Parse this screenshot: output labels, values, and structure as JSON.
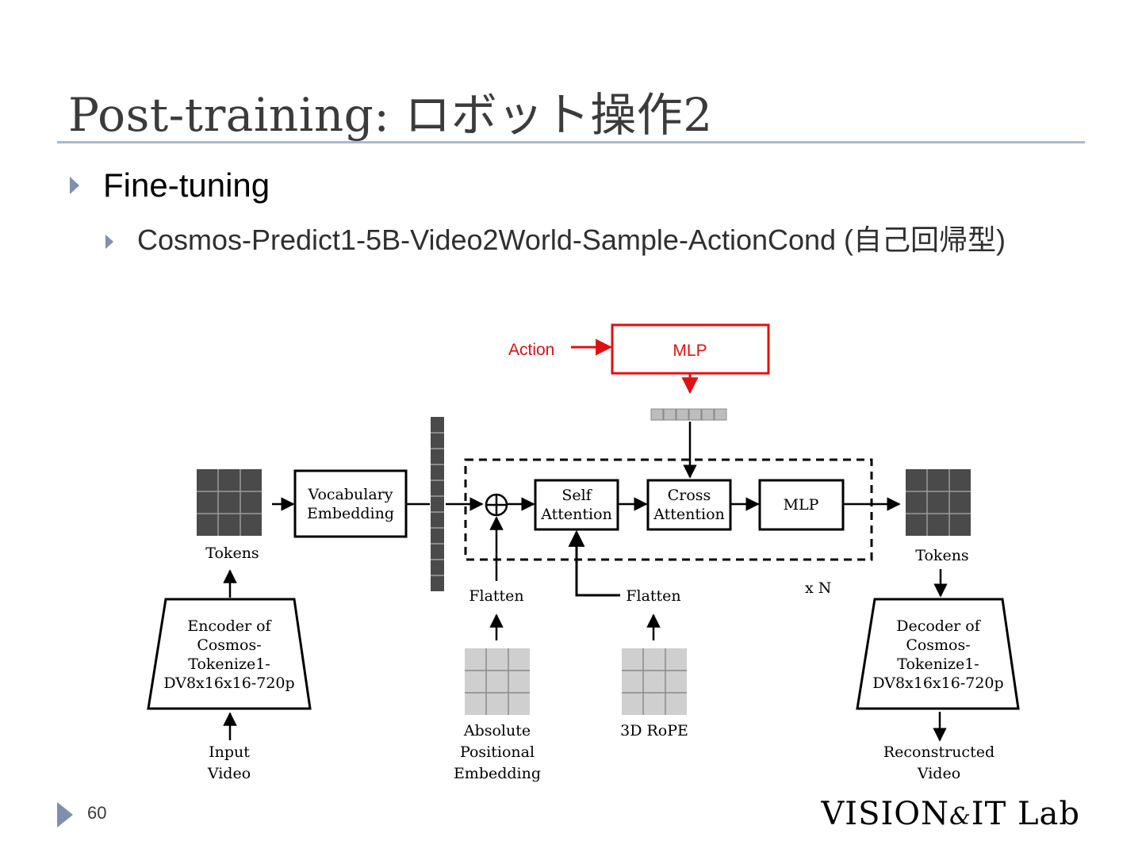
{
  "slide": {
    "title": "Post-training: ロボット操作2",
    "bullet1": "Fine-tuning",
    "bullet2": "Cosmos-Predict1-5B-Video2World-Sample-ActionCond (自己回帰型)",
    "page_number": "60",
    "logo": {
      "left": "VISION",
      "amp": "&",
      "right": "IT Lab"
    }
  },
  "diagram": {
    "action_label": "Action",
    "mlp_top": "MLP",
    "vocab_line1": "Vocabulary",
    "vocab_line2": "Embedding",
    "self_attn_line1": "Self",
    "self_attn_line2": "Attention",
    "cross_attn_line1": "Cross",
    "cross_attn_line2": "Attention",
    "mlp_inner": "MLP",
    "tokens_left": "Tokens",
    "tokens_right": "Tokens",
    "flatten_1": "Flatten",
    "flatten_2": "Flatten",
    "repeat_label": "x N",
    "encoder": [
      "Encoder of",
      "Cosmos-",
      "Tokenize1-",
      "DV8x16x16-720p"
    ],
    "decoder": [
      "Decoder of",
      "Cosmos-",
      "Tokenize1-",
      "DV8x16x16-720p"
    ],
    "input_video": [
      "Input",
      "Video"
    ],
    "reconstructed_video": [
      "Reconstructed",
      "Video"
    ],
    "abs_pos": [
      "Absolute",
      "Positional",
      "Embedding"
    ],
    "rope": "3D RoPE",
    "ellipsis": "···",
    "colors": {
      "action": "#e01010",
      "box": "#000000",
      "cube_dark": "#555555",
      "cube_light": "#c9c9c9"
    }
  }
}
